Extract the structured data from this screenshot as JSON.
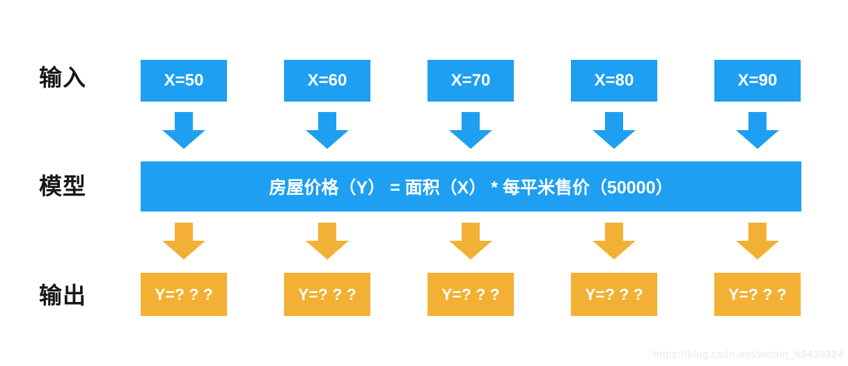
{
  "labels": {
    "input": "输入",
    "model": "模型",
    "output": "输出"
  },
  "inputs": [
    "X=50",
    "X=60",
    "X=70",
    "X=80",
    "X=90"
  ],
  "model": {
    "formula": "房屋价格（Y） = 面积（X） * 每平米售价（50000）"
  },
  "outputs": [
    "Y=? ? ?",
    "Y=? ? ?",
    "Y=? ? ?",
    "Y=? ? ?",
    "Y=? ? ?"
  ],
  "icons": {
    "down_arrow_input": "down-arrow",
    "down_arrow_output": "down-arrow"
  },
  "colors": {
    "input_blue": "#1E9FF2",
    "output_orange": "#F2B134",
    "label_black": "#171717",
    "watermark_gray": "#E9E9E9",
    "background": "#FFFFFF"
  },
  "watermark": {
    "text": "https://blog.csdn.net/weixin_45439324"
  }
}
